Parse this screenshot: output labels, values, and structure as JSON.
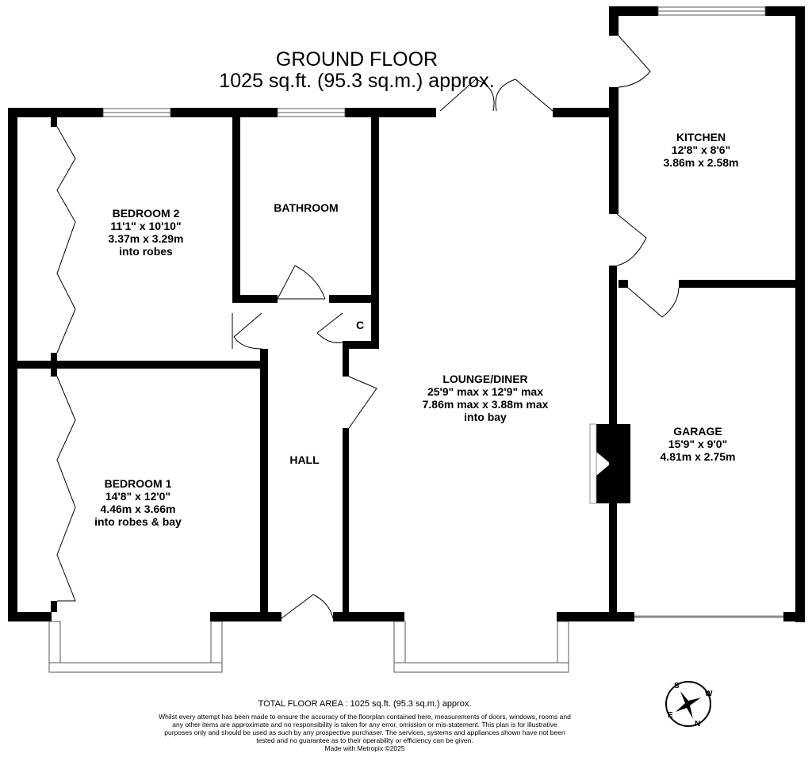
{
  "plan": {
    "title": "GROUND FLOOR",
    "subtitle": "1025 sq.ft. (95.3 sq.m.) approx.",
    "wall_color": "#000000",
    "rooms": {
      "bedroom2": {
        "name": "BEDROOM 2",
        "imperial": "11'1\"  x 10'10\"",
        "metric": "3.37m  x 3.29m",
        "note": "into robes"
      },
      "bathroom": {
        "name": "BATHROOM"
      },
      "cupboard": {
        "name": "C"
      },
      "kitchen": {
        "name": "KITCHEN",
        "imperial": "12'8\"  x 8'6\"",
        "metric": "3.86m  x 2.58m"
      },
      "lounge": {
        "name": "LOUNGE/DINER",
        "imperial": "25'9\" max x 12'9\" max",
        "metric": "7.86m max x 3.88m max",
        "note": "into bay"
      },
      "hall": {
        "name": "HALL"
      },
      "bedroom1": {
        "name": "BEDROOM 1",
        "imperial": "14'8\"  x 12'0\"",
        "metric": "4.46m  x 3.66m",
        "note": "into robes & bay"
      },
      "garage": {
        "name": "GARAGE",
        "imperial": "15'9\"  x 9'0\"",
        "metric": "4.81m  x 2.75m"
      }
    },
    "compass": {
      "icon": "compass-icon",
      "labels": [
        "S",
        "W",
        "N",
        "E"
      ]
    }
  },
  "footer": {
    "total": "TOTAL FLOOR AREA : 1025 sq.ft. (95.3 sq.m.) approx.",
    "disclaimer": "Whilst every attempt has been made to ensure the accuracy of the floorplan contained here, measurements of doors, windows, rooms and any other items are approximate and no responsibility is taken for any error, omission or mis-statement. This plan is for illustrative purposes only and should be used as such by any prospective purchaser. The services, systems and appliances shown have not been tested and no guarantee as to their operability or efficiency can be given.",
    "made_with": "Made with Metropix ©2025"
  }
}
